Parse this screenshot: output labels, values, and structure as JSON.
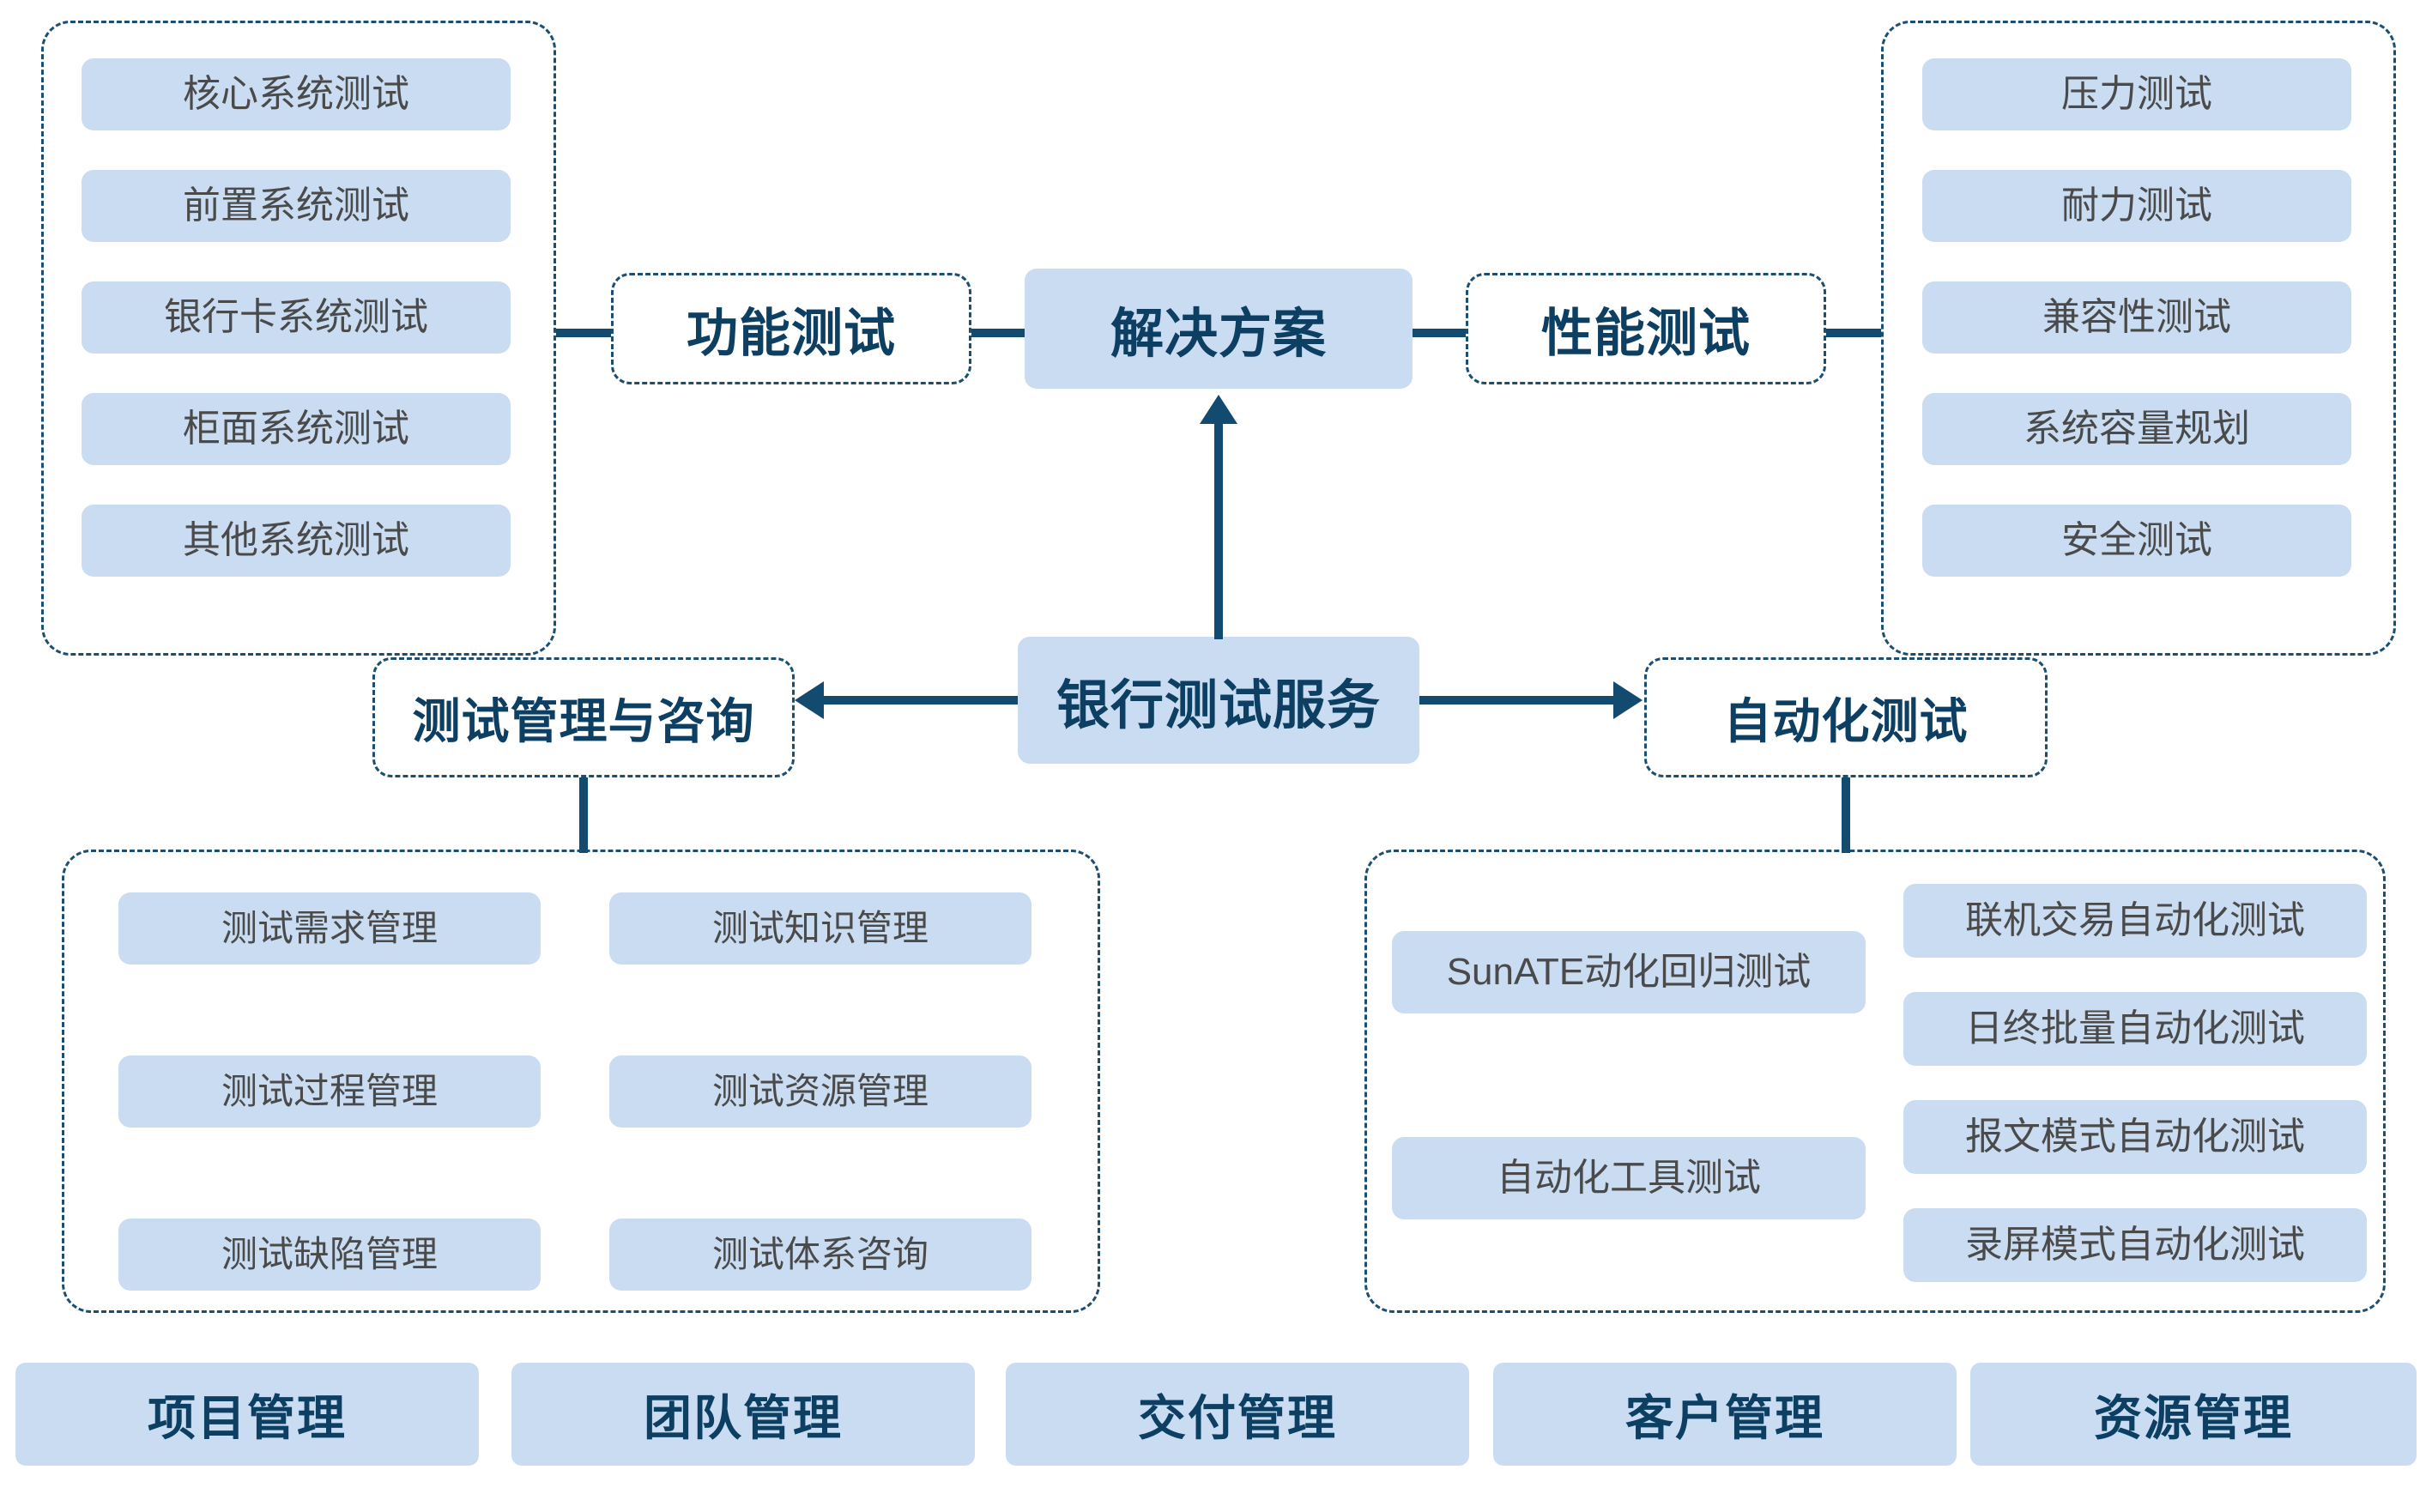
{
  "diagram": {
    "center": {
      "label": "银行测试服务"
    },
    "solution": {
      "label": "解决方案"
    },
    "branches": {
      "functional": {
        "label": "功能测试"
      },
      "performance": {
        "label": "性能测试"
      },
      "management": {
        "label": "测试管理与咨询"
      },
      "automation": {
        "label": "自动化测试"
      }
    },
    "functional_items": [
      "核心系统测试",
      "前置系统测试",
      "银行卡系统测试",
      "柜面系统测试",
      "其他系统测试"
    ],
    "performance_items": [
      "压力测试",
      "耐力测试",
      "兼容性测试",
      "系统容量规划",
      "安全测试"
    ],
    "management_items": [
      "测试需求管理",
      "测试知识管理",
      "测试过程管理",
      "测试资源管理",
      "测试缺陷管理",
      "测试体系咨询"
    ],
    "automation_left_items": [
      "SunATE动化回归测试",
      "自动化工具测试"
    ],
    "automation_right_items": [
      "联机交易自动化测试",
      "日终批量自动化测试",
      "报文模式自动化测试",
      "录屏模式自动化测试"
    ],
    "footer_items": [
      "项目管理",
      "团队管理",
      "交付管理",
      "客户管理",
      "资源管理"
    ],
    "colors": {
      "chip_fill": "#c9dcf2",
      "node_text": "#0d3f63",
      "chip_text": "#4a4a4a",
      "connector": "#134a70",
      "dashed_border": "#1b4f72",
      "background": "#ffffff"
    }
  }
}
